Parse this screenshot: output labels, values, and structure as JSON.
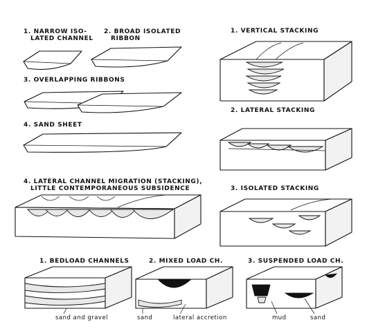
{
  "labels": {
    "narrow_isolated_channel": [
      "1. NARROW ISO-",
      "LATED CHANNEL"
    ],
    "broad_isolated_ribbon": [
      "2. BROAD ISOLATED",
      "RIBBON"
    ],
    "overlapping_ribbons": "3. OVERLAPPING RIBBONS",
    "sand_sheet": "4. SAND SHEET",
    "lateral_migration": [
      "4. LATERAL CHANNEL MIGRATION (STACKING),",
      "LITTLE CONTEMPORANEOUS SUBSIDENCE"
    ],
    "vertical_stacking": "1. VERTICAL STACKING",
    "lateral_stacking": "2. LATERAL STACKING",
    "isolated_stacking": "3. ISOLATED STACKING",
    "bedload_channels": "1. BEDLOAD CHANNELS",
    "mixed_load": "2. MIXED LOAD CH.",
    "suspended_load": "3. SUSPENDED LOAD CH."
  },
  "captions": {
    "sand_and_gravel": "sand and gravel",
    "sand_mixed": "sand",
    "lateral_accretion": "lateral accretion",
    "mud": "mud",
    "sand_suspended": "sand"
  }
}
